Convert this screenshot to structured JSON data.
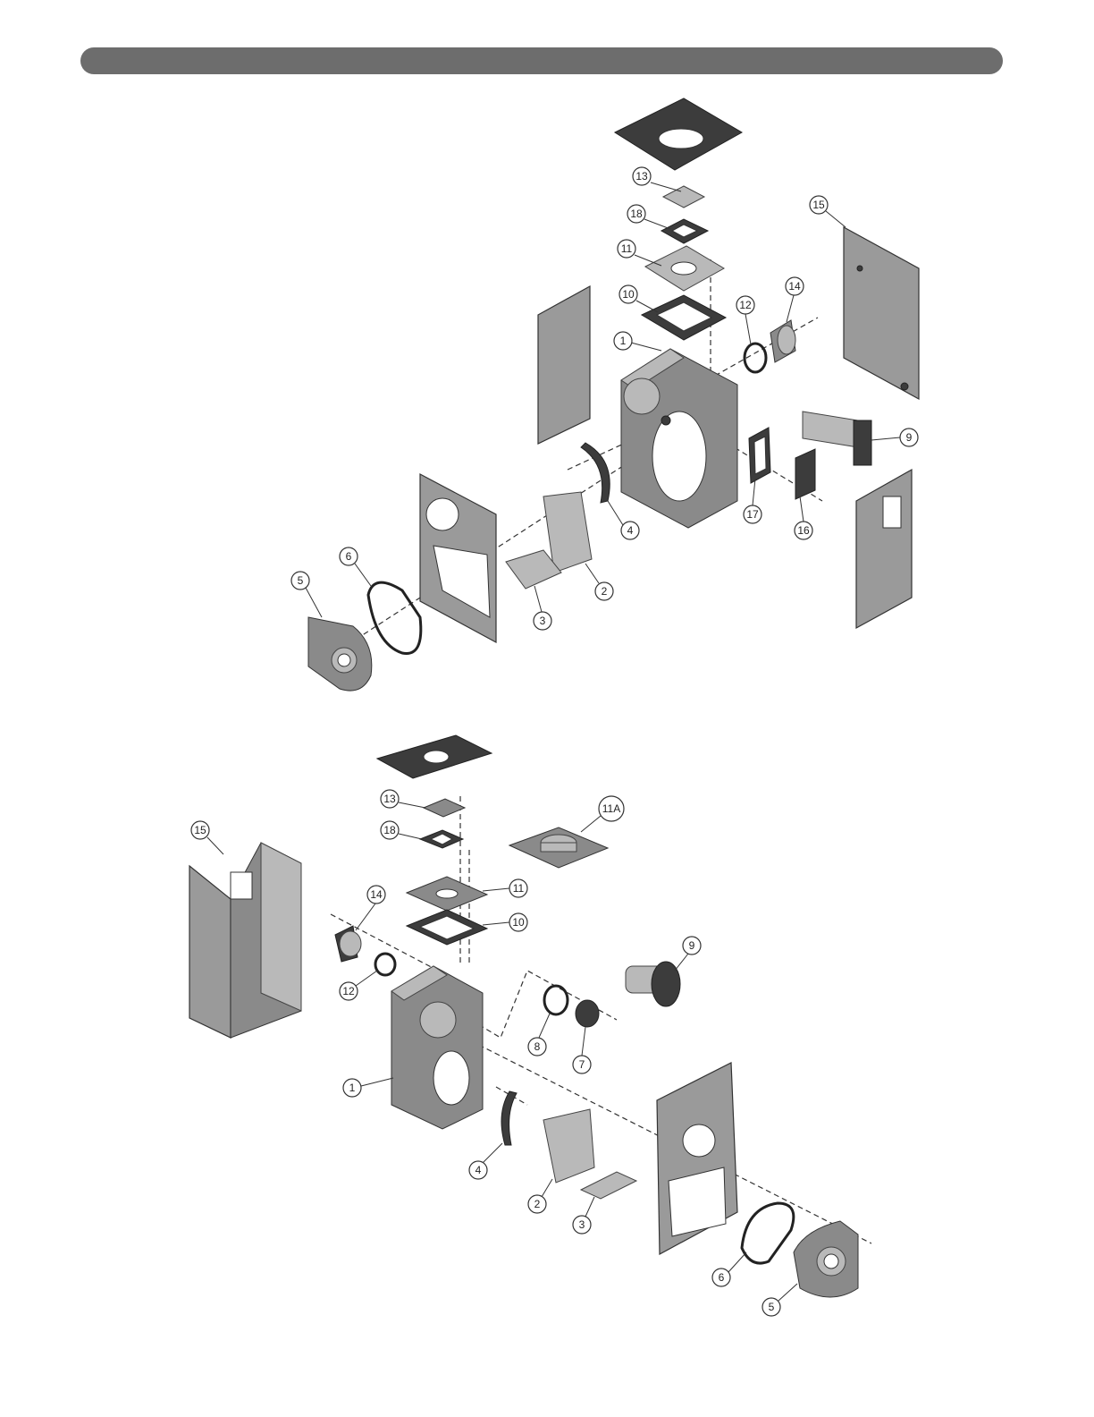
{
  "header": {
    "bar_color": "#6d6d6d"
  },
  "top_view": {
    "callouts": [
      "13",
      "18",
      "11",
      "10",
      "1",
      "12",
      "14",
      "15",
      "9",
      "17",
      "16",
      "4",
      "2",
      "3",
      "6",
      "5"
    ]
  },
  "bottom_view": {
    "callouts": [
      "13",
      "18",
      "11A",
      "11",
      "10",
      "15",
      "14",
      "12",
      "9",
      "8",
      "7",
      "1",
      "4",
      "2",
      "3",
      "6",
      "5"
    ]
  }
}
